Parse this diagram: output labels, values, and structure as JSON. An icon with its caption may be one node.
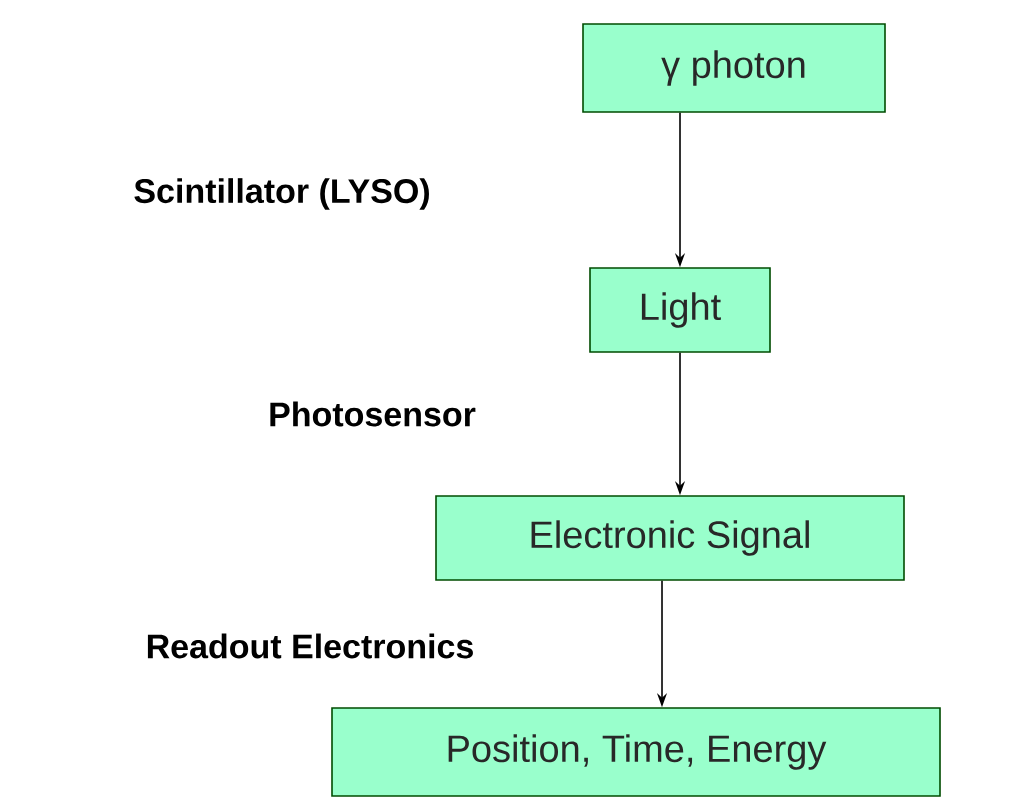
{
  "diagram": {
    "nodes": [
      {
        "text": [
          "γ photon"
        ]
      },
      {
        "text": [
          "Light"
        ]
      },
      {
        "text": [
          "Electronic Signal"
        ]
      },
      {
        "text": [
          "Position, Time, Energy"
        ]
      }
    ],
    "edges": [
      {
        "from": 0,
        "to": 1,
        "arrow": "to"
      },
      {
        "from": 1,
        "to": 2,
        "arrow": "to"
      },
      {
        "from": 2,
        "to": 3,
        "arrow": "to"
      }
    ],
    "labels": [
      "Scintillator (LYSO)",
      "Photosensor",
      "Readout Electronics"
    ]
  }
}
